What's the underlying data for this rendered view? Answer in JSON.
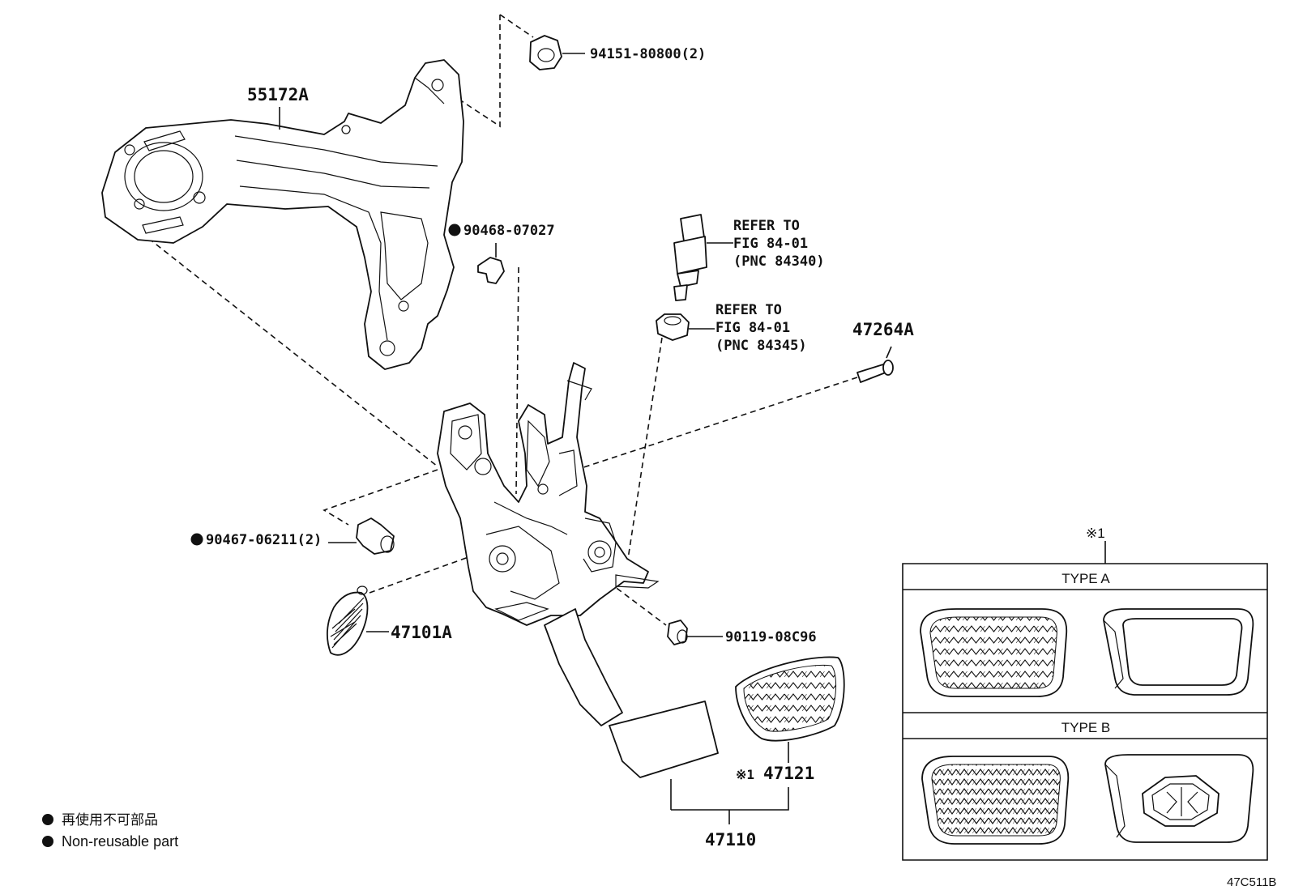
{
  "diagram_code": "47C511B",
  "labels": {
    "bracket": "55172A",
    "grommet": "94151-80800(2)",
    "clip_top": "90468-07027",
    "switch_ref": [
      "REFER TO",
      "FIG 84-01",
      "(PNC 84340)"
    ],
    "cushion_ref": [
      "REFER TO",
      "FIG 84-01",
      "(PNC 84345)"
    ],
    "pin": "47264A",
    "clip_left": "90467-06211(2)",
    "spring": "47101A",
    "bolt": "90119-08C96",
    "pad": "47121",
    "pad_mark": "※1",
    "pedal_assy": "47110"
  },
  "inset": {
    "mark": "※1",
    "type_a": "TYPE A",
    "type_b": "TYPE B"
  },
  "legend": {
    "jp": "再使用不可部品",
    "en": "Non-reusable part"
  }
}
